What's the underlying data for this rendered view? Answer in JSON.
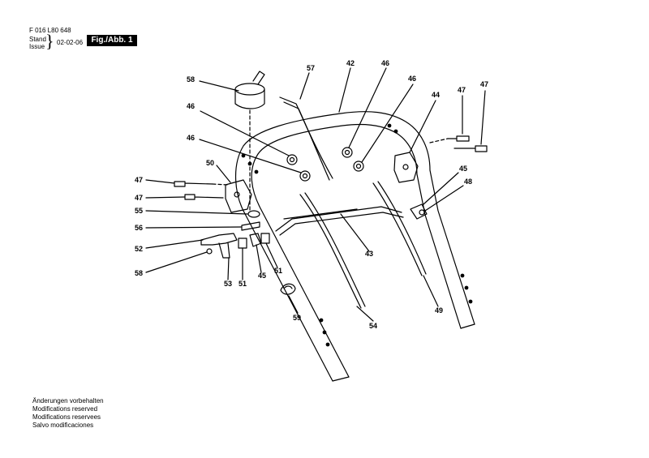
{
  "header": {
    "doc_number": "F 016 L80 648",
    "stand_label": "Stand",
    "issue_label": "Issue",
    "brace": "}",
    "date": "02-02-06",
    "figure_label": "Fig./Abb. 1"
  },
  "footer": {
    "lines": [
      "Änderungen vorbehalten",
      "Modifications reserved",
      "Modifications reservees",
      "Salvo modificaciones"
    ]
  },
  "callouts": [
    "58",
    "57",
    "42",
    "46",
    "46",
    "44",
    "47",
    "47",
    "46",
    "46",
    "50",
    "47",
    "47",
    "45",
    "48",
    "55",
    "56",
    "52",
    "58",
    "53",
    "51",
    "45",
    "51",
    "43",
    "59",
    "54",
    "49"
  ]
}
